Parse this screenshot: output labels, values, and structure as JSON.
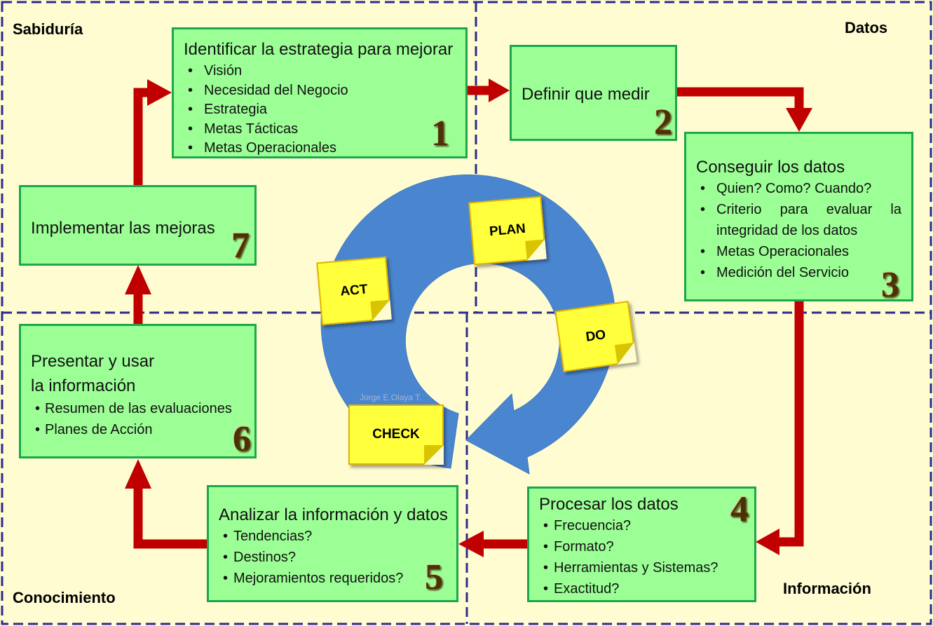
{
  "quadrants": {
    "top_left": "Sabiduría",
    "top_right": "Datos",
    "bottom_left": "Conocimiento",
    "bottom_right": "Información"
  },
  "steps": {
    "s1": {
      "number": "1",
      "title": "Identificar la estrategia para mejorar",
      "items": [
        "Visión",
        "Necesidad del Negocio",
        "Estrategia",
        "Metas Tácticas",
        "Metas Operacionales"
      ]
    },
    "s2": {
      "number": "2",
      "title": "Definir que medir"
    },
    "s3": {
      "number": "3",
      "title": "Conseguir los datos",
      "items": [
        "Quien? Como? Cuando?",
        "Criterio para evaluar la integridad de los datos",
        "Metas Operacionales",
        "Medición del Servicio"
      ]
    },
    "s4": {
      "number": "4",
      "title": "Procesar los datos",
      "items": [
        "Frecuencia?",
        "Formato?",
        "Herramientas y Sistemas?",
        "Exactitud?"
      ]
    },
    "s5": {
      "number": "5",
      "title": "Analizar la información y datos",
      "items": [
        "Tendencias?",
        "Destinos?",
        "Mejoramientos requeridos?"
      ]
    },
    "s6": {
      "number": "6",
      "title": "Presentar y usar la información",
      "items": [
        "Resumen de las evaluaciones",
        "Planes de Acción"
      ]
    },
    "s7": {
      "number": "7",
      "title": "Implementar las mejoras"
    }
  },
  "cycle": {
    "plan": "PLAN",
    "do": "DO",
    "check": "CHECK",
    "act": "ACT",
    "author": "Jorge E.Olaya T."
  },
  "colors": {
    "background": "#fffcd2",
    "box_fill": "#9cff96",
    "box_border": "#1aa84a",
    "arrow": "#c00000",
    "cycle": "#4a86d0",
    "sticky": "#ffff3c",
    "divider": "#2b2b8c"
  }
}
